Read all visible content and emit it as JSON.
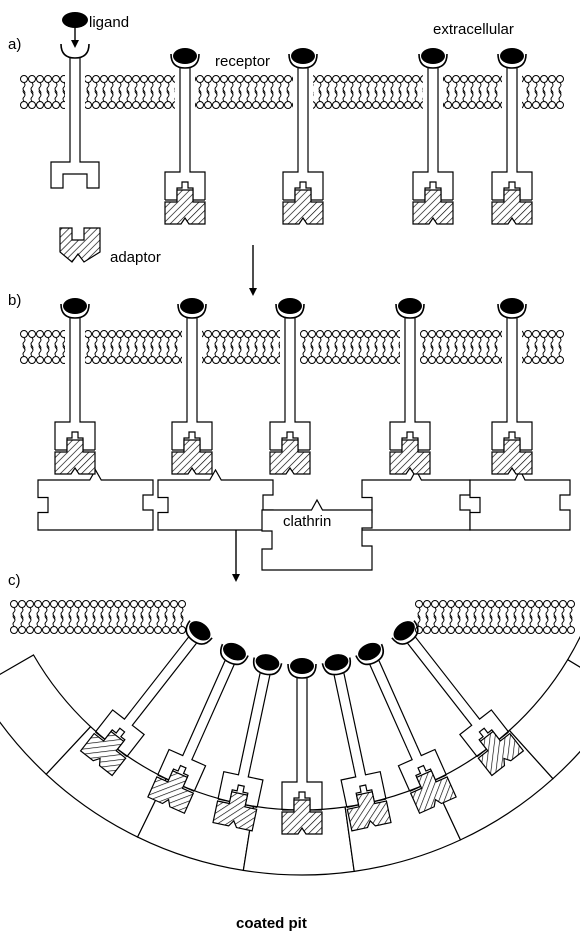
{
  "panels": [
    {
      "id": "a",
      "label": "a)"
    },
    {
      "id": "b",
      "label": "b)"
    },
    {
      "id": "c",
      "label": "c)"
    }
  ],
  "labels": {
    "ligand": "ligand",
    "extracellular": "extracellular",
    "receptor": "receptor",
    "adaptor": "adaptor",
    "clathrin": "clathrin",
    "coated_pit": "coated pit"
  }
}
